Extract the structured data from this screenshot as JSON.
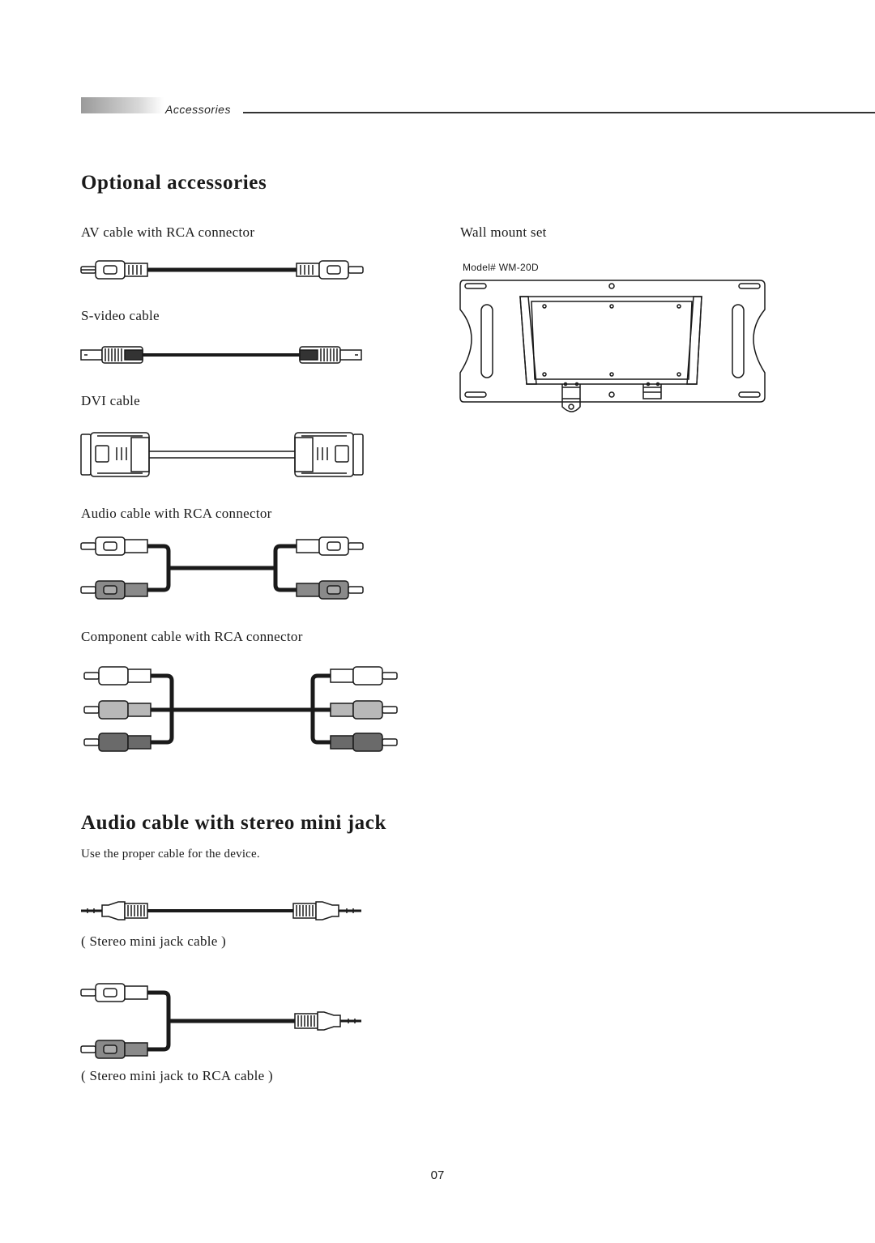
{
  "header": {
    "section_label": "Accessories"
  },
  "optional": {
    "title": "Optional accessories",
    "items": {
      "av_cable": "AV cable with RCA connector",
      "svideo_cable": "S-video cable",
      "dvi_cable": "DVI cable",
      "audio_rca_cable": "Audio cable with RCA connector",
      "component_cable": "Component cable with RCA connector",
      "wall_mount": "Wall mount set",
      "wall_mount_model": "Model# WM-20D"
    }
  },
  "mini_jack": {
    "title": "Audio cable with stereo mini jack",
    "note": "Use the proper cable for the device.",
    "stereo_cable": "( Stereo mini jack cable )",
    "stereo_to_rca": "( Stereo mini jack to RCA cable )"
  },
  "footer": {
    "page_number": "07"
  }
}
